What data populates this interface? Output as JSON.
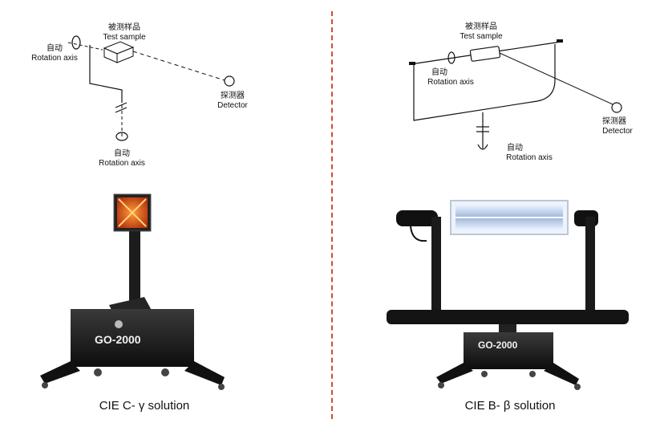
{
  "left": {
    "test_sample_cn": "被测样品",
    "test_sample_en": "Test sample",
    "rotation_cn": "自动",
    "rotation_en": "Rotation axis",
    "rotation2_cn": "自动",
    "rotation2_en": "Rotation axis",
    "detector_cn": "探测器",
    "detector_en": "Detector",
    "device_model": "GO-2000",
    "caption": "CIE C- γ solution"
  },
  "right": {
    "test_sample_cn": "被测样品",
    "test_sample_en": "Test sample",
    "rotation_cn": "自动",
    "rotation_en": "Rotation axis",
    "rotation2_cn": "自动",
    "rotation2_en": "Rotation axis",
    "detector_cn": "探测器",
    "detector_en": "Detector",
    "device_model": "GO-2000",
    "caption": "CIE B- β solution"
  },
  "colors": {
    "divider": "#d8473a",
    "device_body": "#1a1a1a",
    "display_orange": "#e0601a"
  }
}
